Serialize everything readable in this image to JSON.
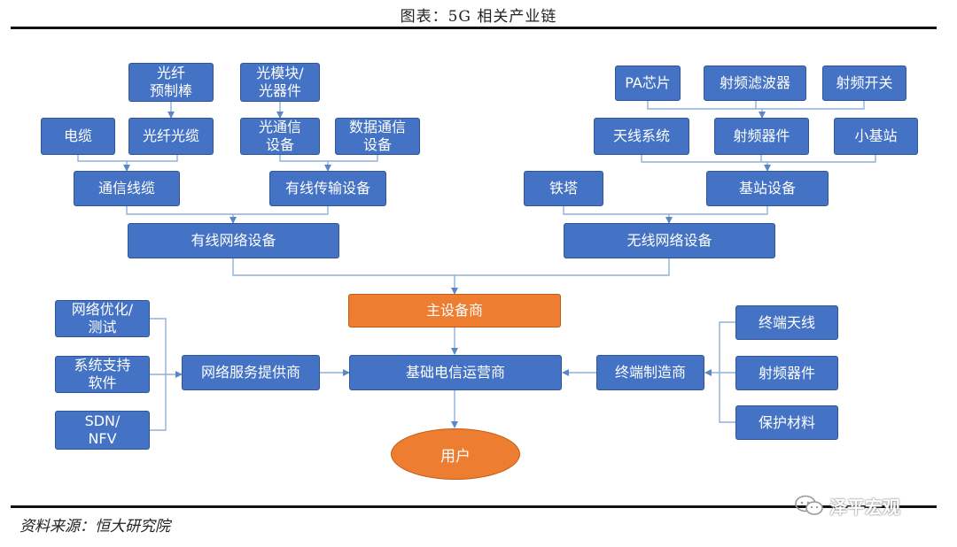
{
  "header": {
    "title": "图表：5G 相关产业链"
  },
  "footer": {
    "source": "资料来源：恒大研究院",
    "watermark": "泽平宏观"
  },
  "nodes": {
    "fiber_preform": "光纤\n预制棒",
    "optical_module": "光模块/\n光器件",
    "pa_chip": "PA芯片",
    "rf_filter": "射频滤波器",
    "rf_switch": "射频开关",
    "cable": "电缆",
    "fiber_cable": "光纤光缆",
    "optical_comm": "光通信\n设备",
    "data_comm": "数据通信\n设备",
    "antenna_system": "天线系统",
    "rf_device_top": "射频器件",
    "small_cell": "小基站",
    "comm_cable": "通信线缆",
    "wired_transmission": "有线传输设备",
    "tower": "铁塔",
    "base_station": "基站设备",
    "wired_network": "有线网络设备",
    "wireless_network": "无线网络设备",
    "main_equipment": "主设备商",
    "net_optimization": "网络优化/\n测试",
    "system_support": "系统支持\n软件",
    "sdn_nfv": "SDN/\nNFV",
    "network_service": "网络服务提供商",
    "telecom_operator": "基础电信运营商",
    "terminal_maker": "终端制造商",
    "terminal_antenna": "终端天线",
    "rf_device_bottom": "射频器件",
    "protective_material": "保护材料",
    "user": "用户"
  },
  "colors": {
    "box": "#4472c4",
    "accent": "#ed7d31",
    "connector": "#8fb1d9"
  }
}
